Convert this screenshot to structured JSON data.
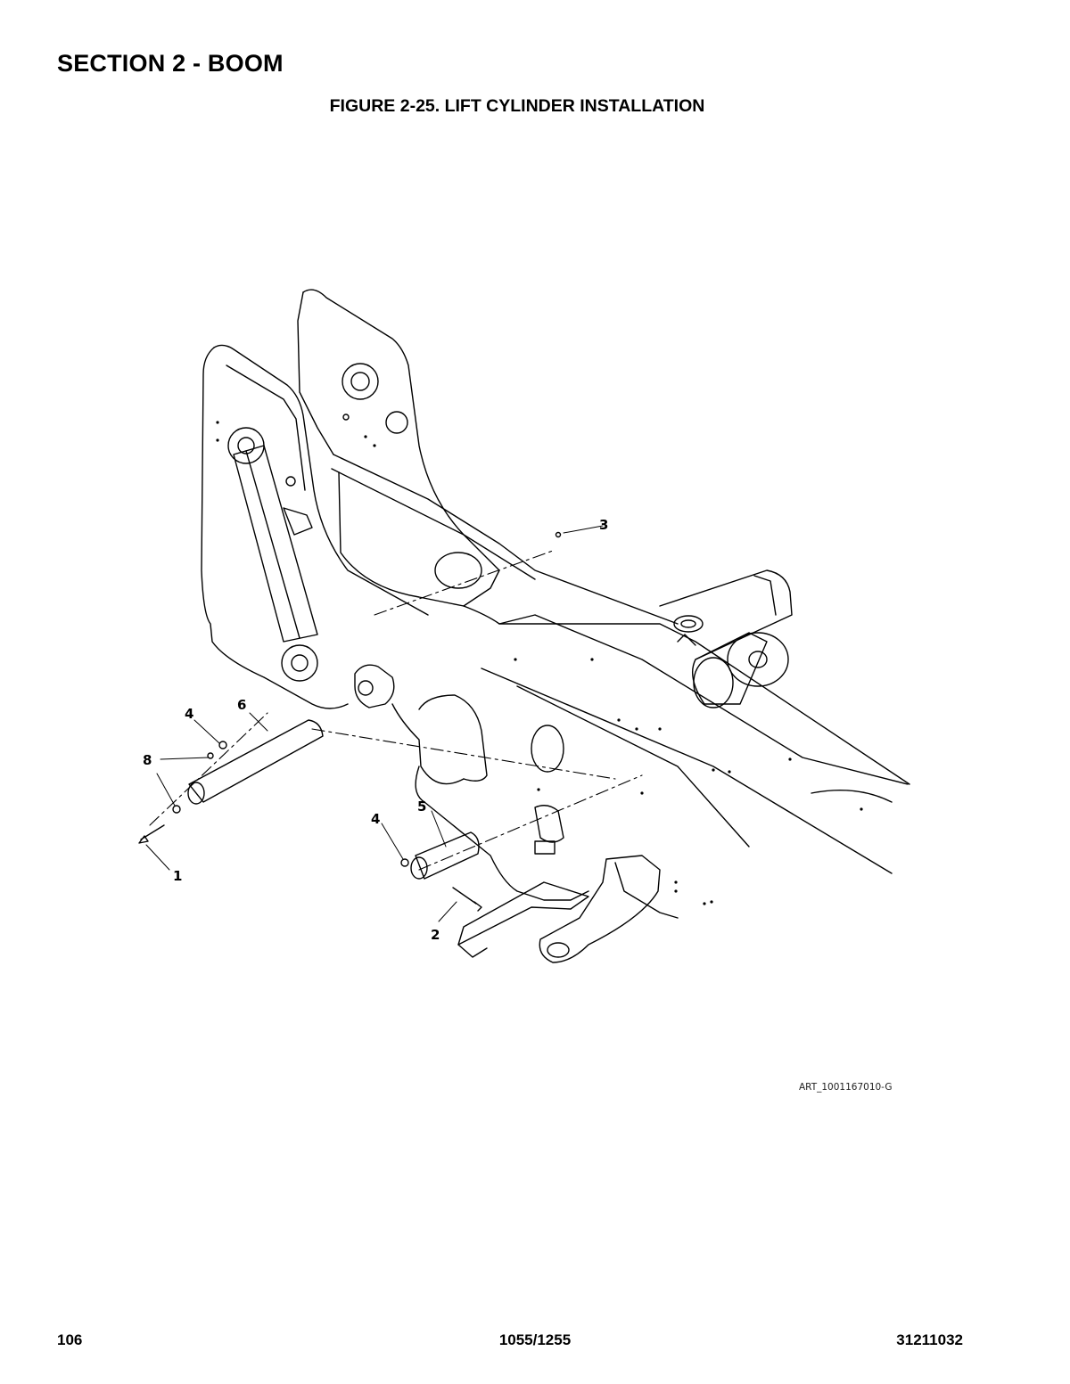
{
  "header": {
    "section": "SECTION 2 - BOOM",
    "figure_title": "FIGURE 2-25. LIFT CYLINDER INSTALLATION"
  },
  "figure": {
    "callouts": [
      "1",
      "2",
      "3",
      "4",
      "4",
      "5",
      "6",
      "8"
    ],
    "art_id": "ART_1001167010-G"
  },
  "footer": {
    "page_number": "106",
    "model": "1055/1255",
    "doc_number": "31211032"
  }
}
